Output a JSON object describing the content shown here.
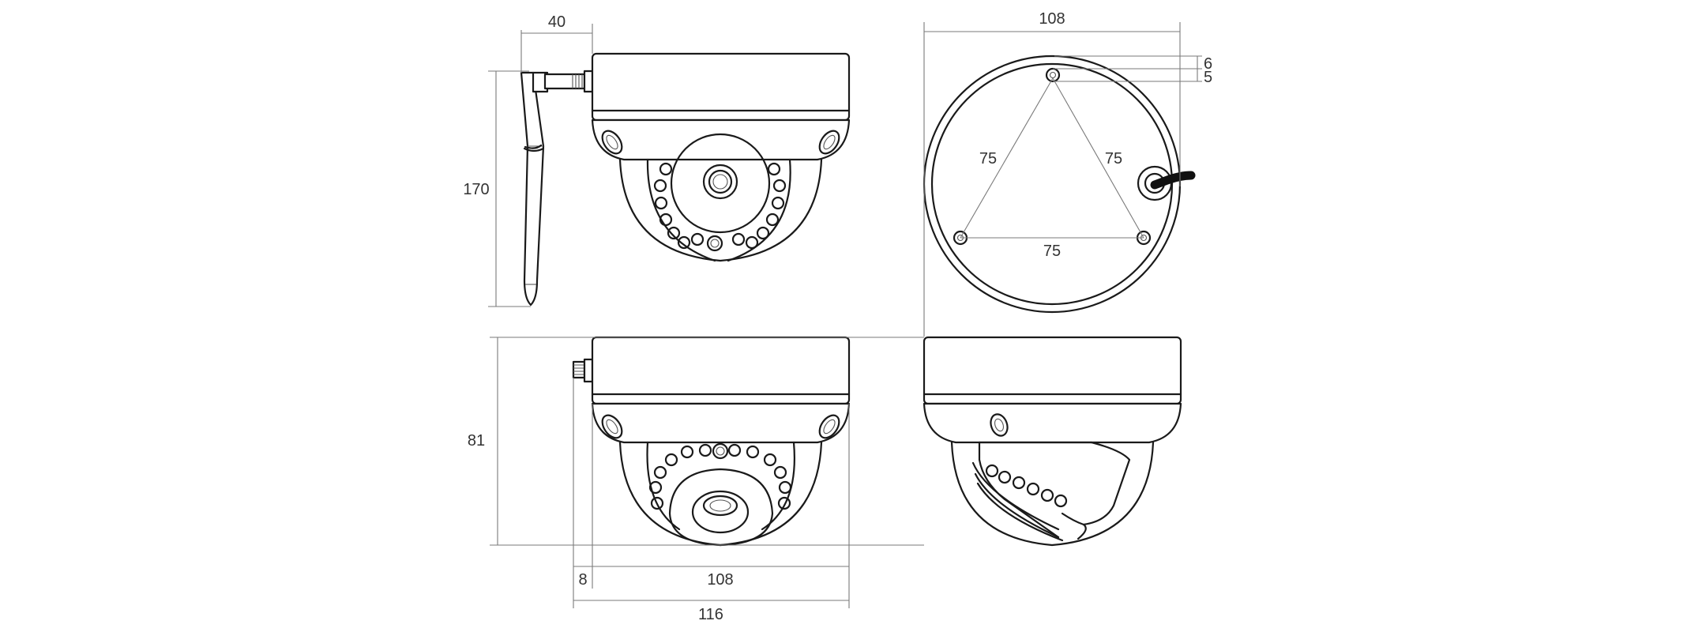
{
  "dimensions": {
    "antenna_offset": "40",
    "total_height": "170",
    "top_diameter": "108",
    "screw_offset_a": "6",
    "screw_offset_b": "5",
    "hole_spacing_left": "75",
    "hole_spacing_right": "75",
    "hole_spacing_bottom": "75",
    "body_height": "81",
    "connector_depth": "8",
    "body_width": "108",
    "overall_width": "116"
  }
}
